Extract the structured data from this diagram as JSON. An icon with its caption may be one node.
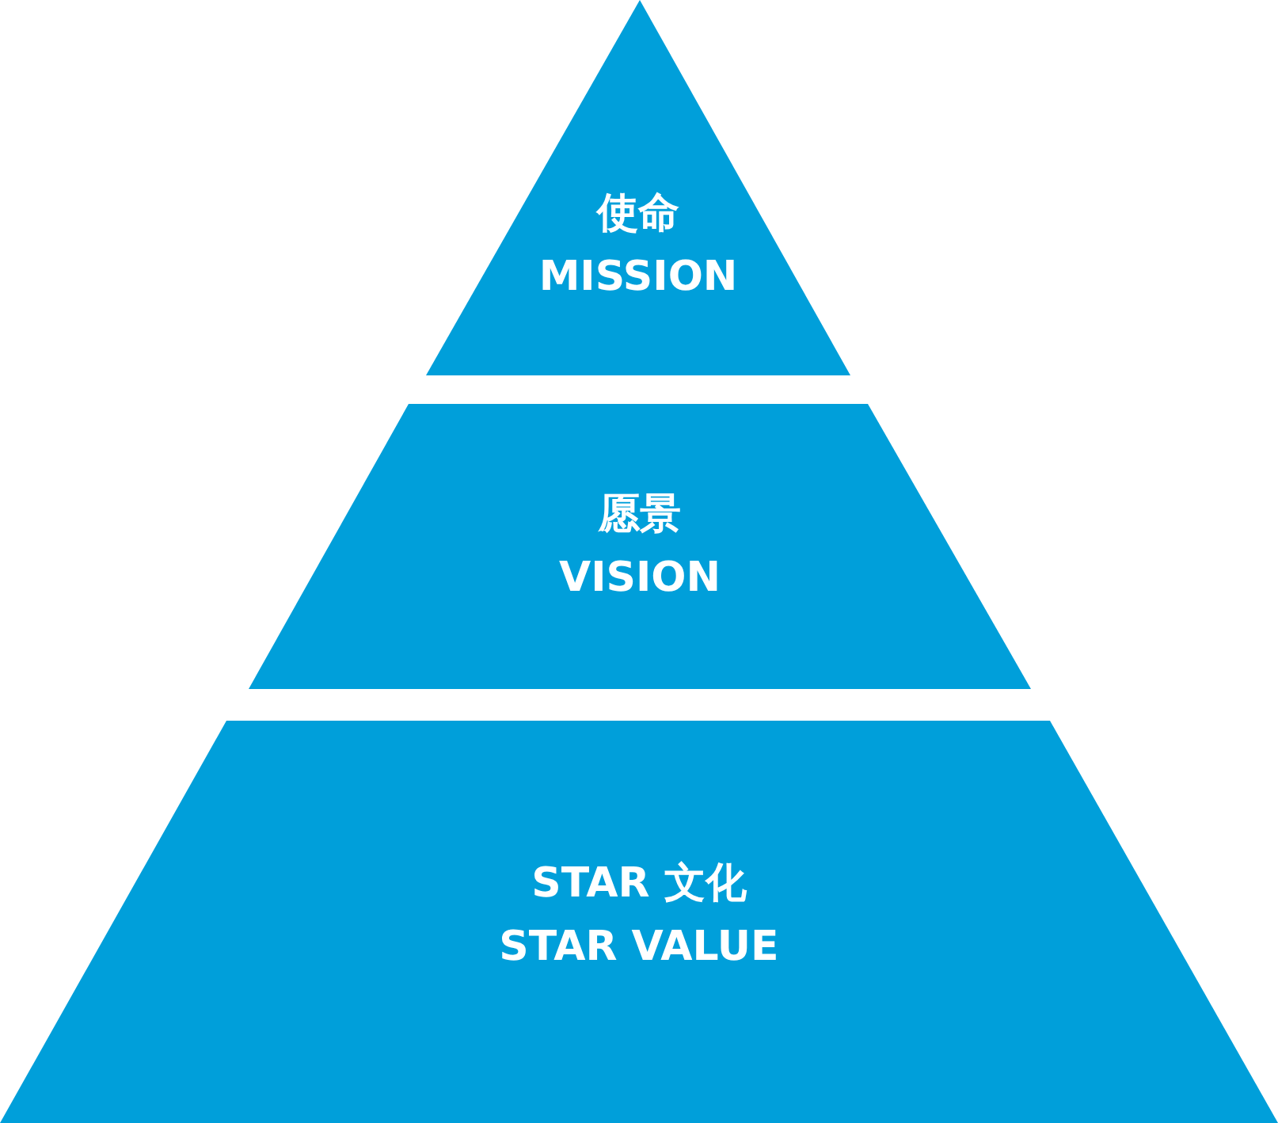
{
  "diagram": {
    "nodes": [
      {
        "text": [
          "使命",
          "MISSION"
        ]
      },
      {
        "text": [
          "愿景",
          "VISION"
        ]
      },
      {
        "text": [
          "STAR 文化",
          "STAR VALUE"
        ]
      }
    ]
  }
}
